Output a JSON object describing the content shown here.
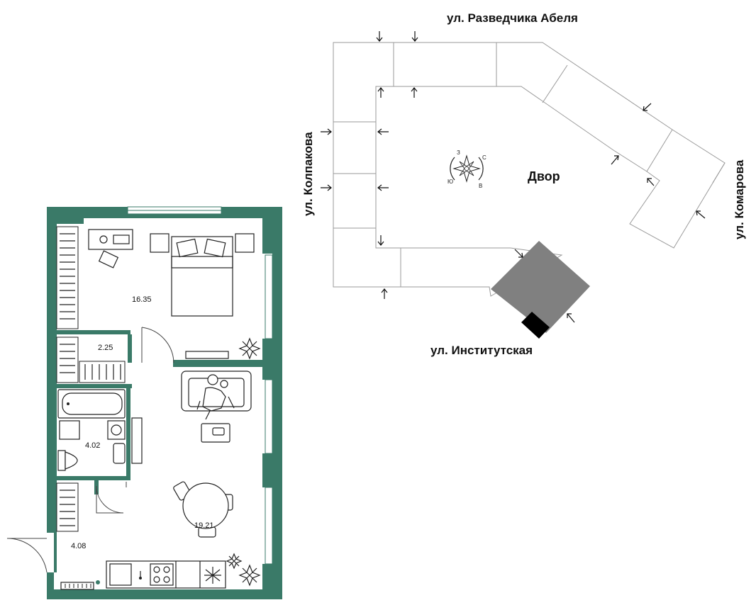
{
  "site_plan": {
    "streets": {
      "north": "ул. Разведчика Абеля",
      "west": "ул. Колпакова",
      "east": "ул. Комарова",
      "south": "ул. Институтская"
    },
    "yard_label": "Двор",
    "compass": {
      "n": "С",
      "e": "В",
      "s": "Ю",
      "w": "З"
    }
  },
  "floor_plan": {
    "rooms": {
      "bedroom": "16.35",
      "closet": "2.25",
      "bathroom": "4.02",
      "hallway": "4.08",
      "living_kitchen": "19.21"
    }
  },
  "colors": {
    "wall": "#3a7a68",
    "building_outline": "#9a9a9a",
    "highlighted_section": "#808080",
    "current_unit": "#000000"
  }
}
